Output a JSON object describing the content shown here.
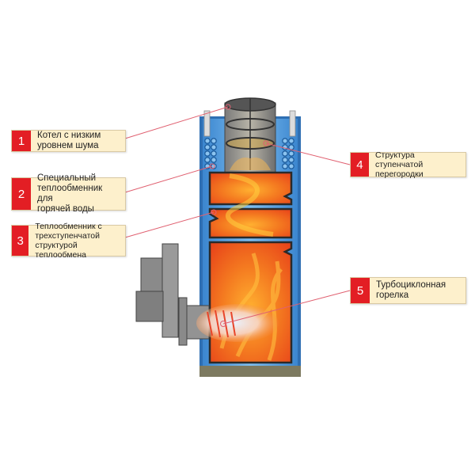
{
  "diagram": {
    "title": "Boiler cross-section",
    "callouts": [
      {
        "number": "1",
        "lines": [
          "Котел с низким",
          "уровнем шума"
        ]
      },
      {
        "number": "2",
        "lines": [
          "Специальный",
          "теплообменник для",
          "горячей воды"
        ]
      },
      {
        "number": "3",
        "lines": [
          "Теплообменник с",
          "трехступенчатой",
          "структурой теплообмена"
        ]
      },
      {
        "number": "4",
        "lines": [
          "Структура ступенчатой",
          "перегородки"
        ]
      },
      {
        "number": "5",
        "lines": [
          "Турбоциклонная",
          "горелка"
        ]
      }
    ],
    "colors": {
      "accent_red": "#e31e24",
      "label_bg": "#fdf0cc",
      "water_blue": "#5aa3e0",
      "flame_orange": "#f47a20",
      "leader_line": "#e06070"
    }
  }
}
